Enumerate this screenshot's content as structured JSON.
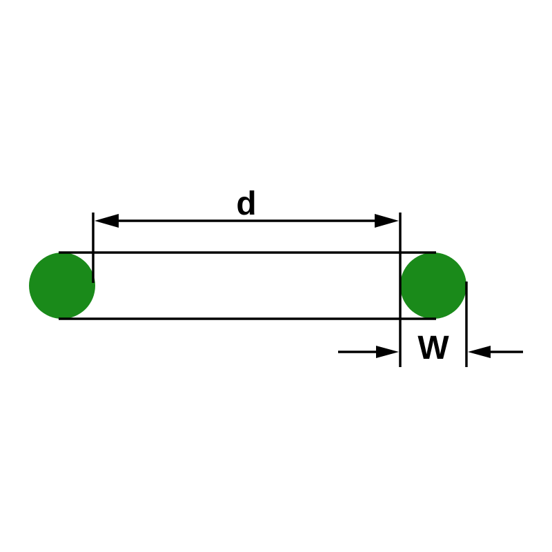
{
  "diagram": {
    "type": "o-ring-dimension-drawing",
    "labels": {
      "inner_diameter": "d",
      "cross_section_width": "W"
    },
    "colors": {
      "oring_green": "#1a8a1a",
      "line_black": "#000000",
      "background": "#ffffff"
    }
  }
}
